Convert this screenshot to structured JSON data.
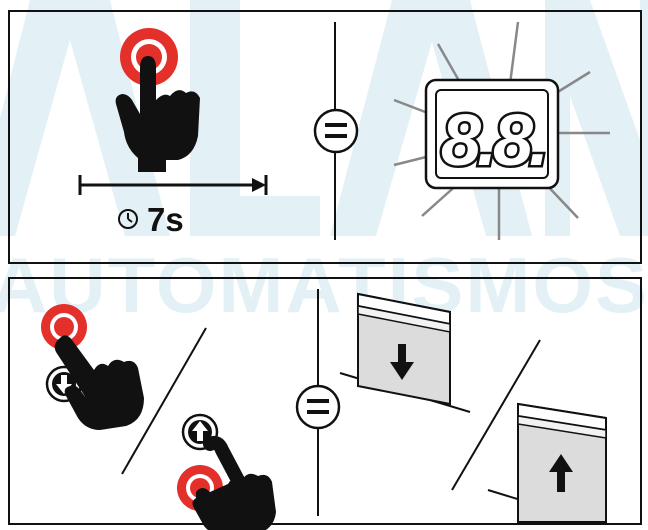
{
  "watermark": {
    "big_letters": "ALAN",
    "word": "AUTOMATISMOS"
  },
  "top_panel": {
    "hold_duration": "7s",
    "display_readout": "8.8.",
    "icons": [
      "press-hold-hand-icon",
      "clock-icon",
      "equals-icon",
      "blinking-display-icon"
    ]
  },
  "bottom_panel": {
    "icons": [
      "press-down-hand-icon",
      "press-up-hand-icon",
      "equals-icon",
      "door-closing-icon",
      "door-opening-icon"
    ]
  },
  "colors": {
    "button_red": "#e4302b",
    "ink": "#111111",
    "watermark_blue": "#e3f1f6",
    "ray_gray": "#888888",
    "door_gray": "#dcdcdc"
  }
}
